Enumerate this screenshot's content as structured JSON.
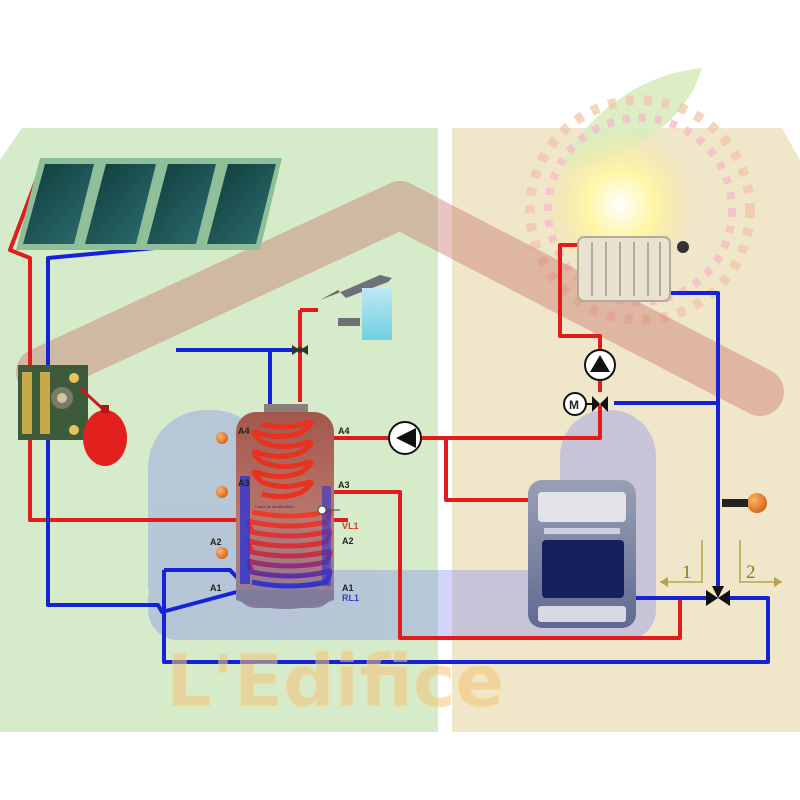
{
  "brand": {
    "watermark": "L'Edifice"
  },
  "tank": {
    "ports": {
      "a4_left": "A4",
      "a4_right": "A4",
      "a3_left": "A3",
      "a3_right": "A3",
      "a2_left": "A2",
      "a2_right": "A2",
      "a1_left": "A1",
      "a1_right": "A1"
    },
    "flow": {
      "supply": "VL1",
      "return": "RL1"
    },
    "stratification_label": "Canal de stratification"
  },
  "motor_valve": {
    "letter": "M"
  },
  "diverter": {
    "output_1": "1",
    "output_2": "2"
  },
  "colors": {
    "hot_pipe": "#e11c1c",
    "cold_pipe": "#1522d6",
    "left_zone": "#d5ebc9",
    "right_zone": "#f0e6c9",
    "tank_body": "#b8655a",
    "sensor": "#e07b1f"
  }
}
